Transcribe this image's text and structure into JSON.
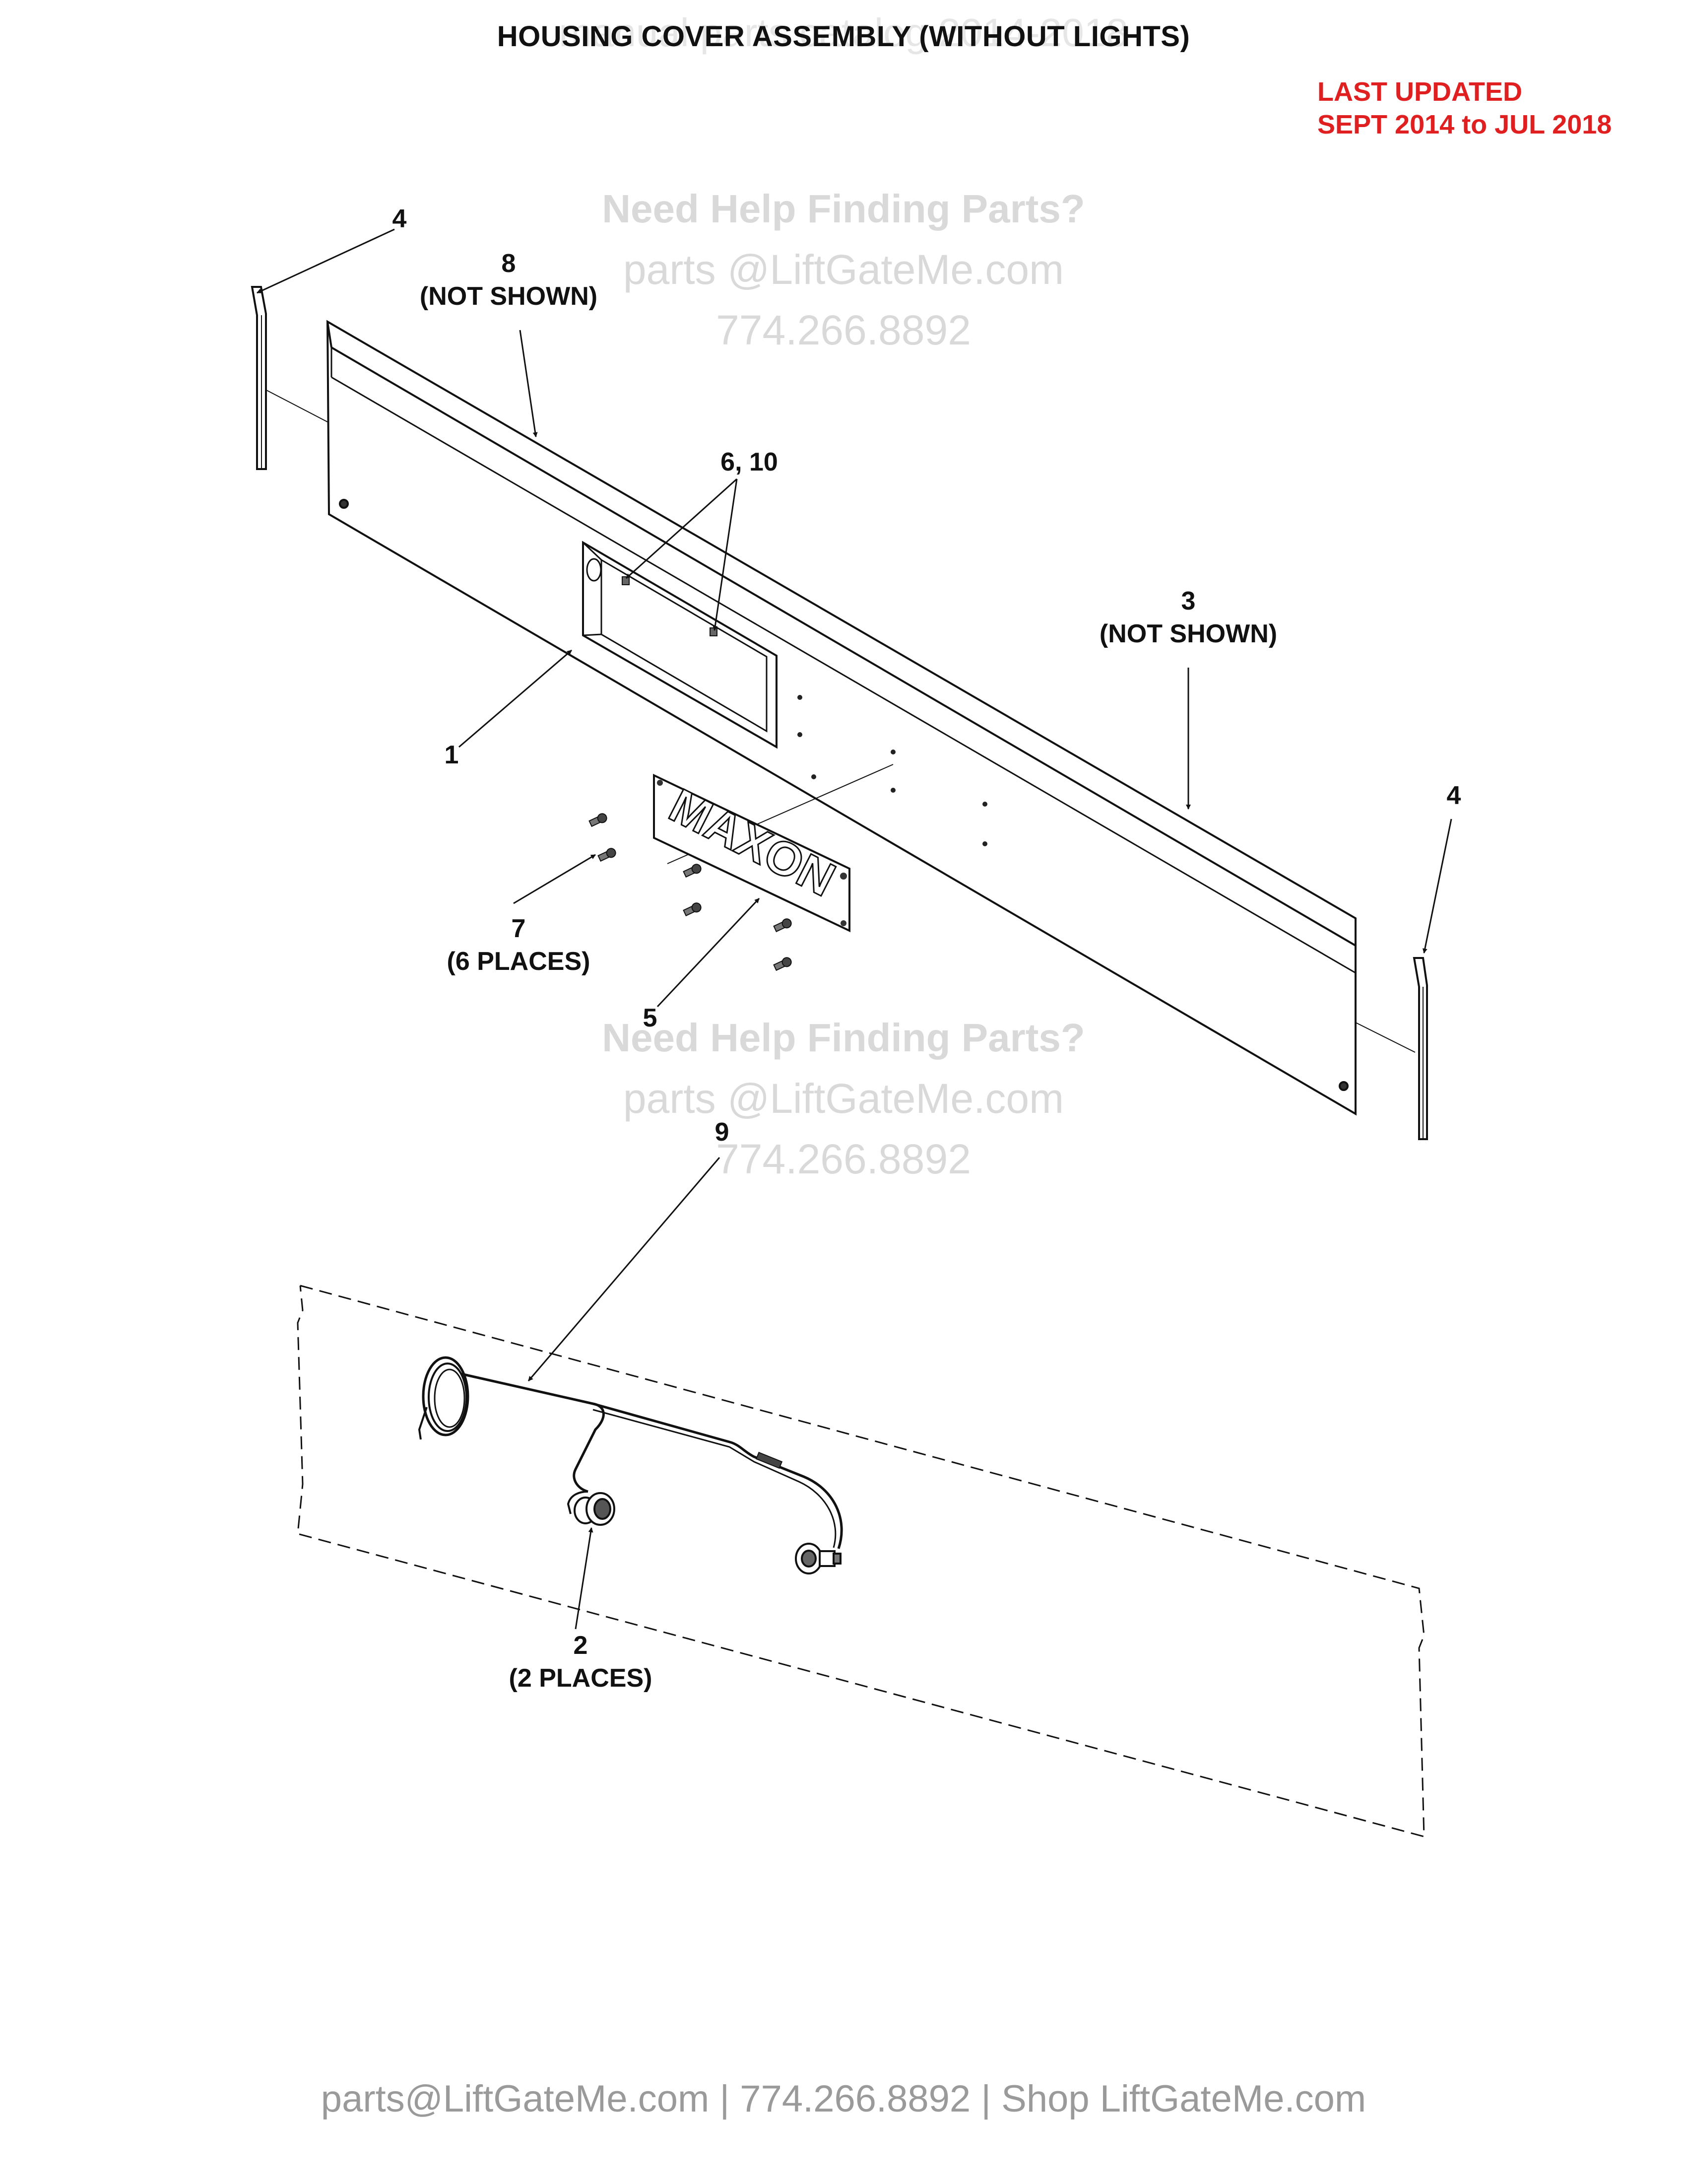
{
  "watermark_title": "manual parts catalog 2014-2018",
  "title": "HOUSING COVER ASSEMBLY (WITHOUT LIGHTS)",
  "last_updated": {
    "line1": "LAST UPDATED",
    "line2": "SEPT 2014 to JUL 2018",
    "color": "#e02020"
  },
  "watermark_help": {
    "heading": "Need Help Finding Parts?",
    "email": "parts @LiftGateMe.com",
    "phone": "774.266.8892"
  },
  "callouts": {
    "c4_left": {
      "num": "4"
    },
    "c8": {
      "num": "8",
      "note": "(NOT SHOWN)"
    },
    "c6_10": {
      "num": "6, 10"
    },
    "c3": {
      "num": "3",
      "note": "(NOT SHOWN)"
    },
    "c1": {
      "num": "1"
    },
    "c4_right": {
      "num": "4"
    },
    "c7": {
      "num": "7",
      "note": "(6 PLACES)"
    },
    "c5": {
      "num": "5"
    },
    "c9": {
      "num": "9"
    },
    "c2": {
      "num": "2",
      "note": "(2 PLACES)"
    }
  },
  "plate_logo": "MAXON",
  "footer": "parts@LiftGateMe.com | 774.266.8892 | Shop LiftGateMe.com"
}
